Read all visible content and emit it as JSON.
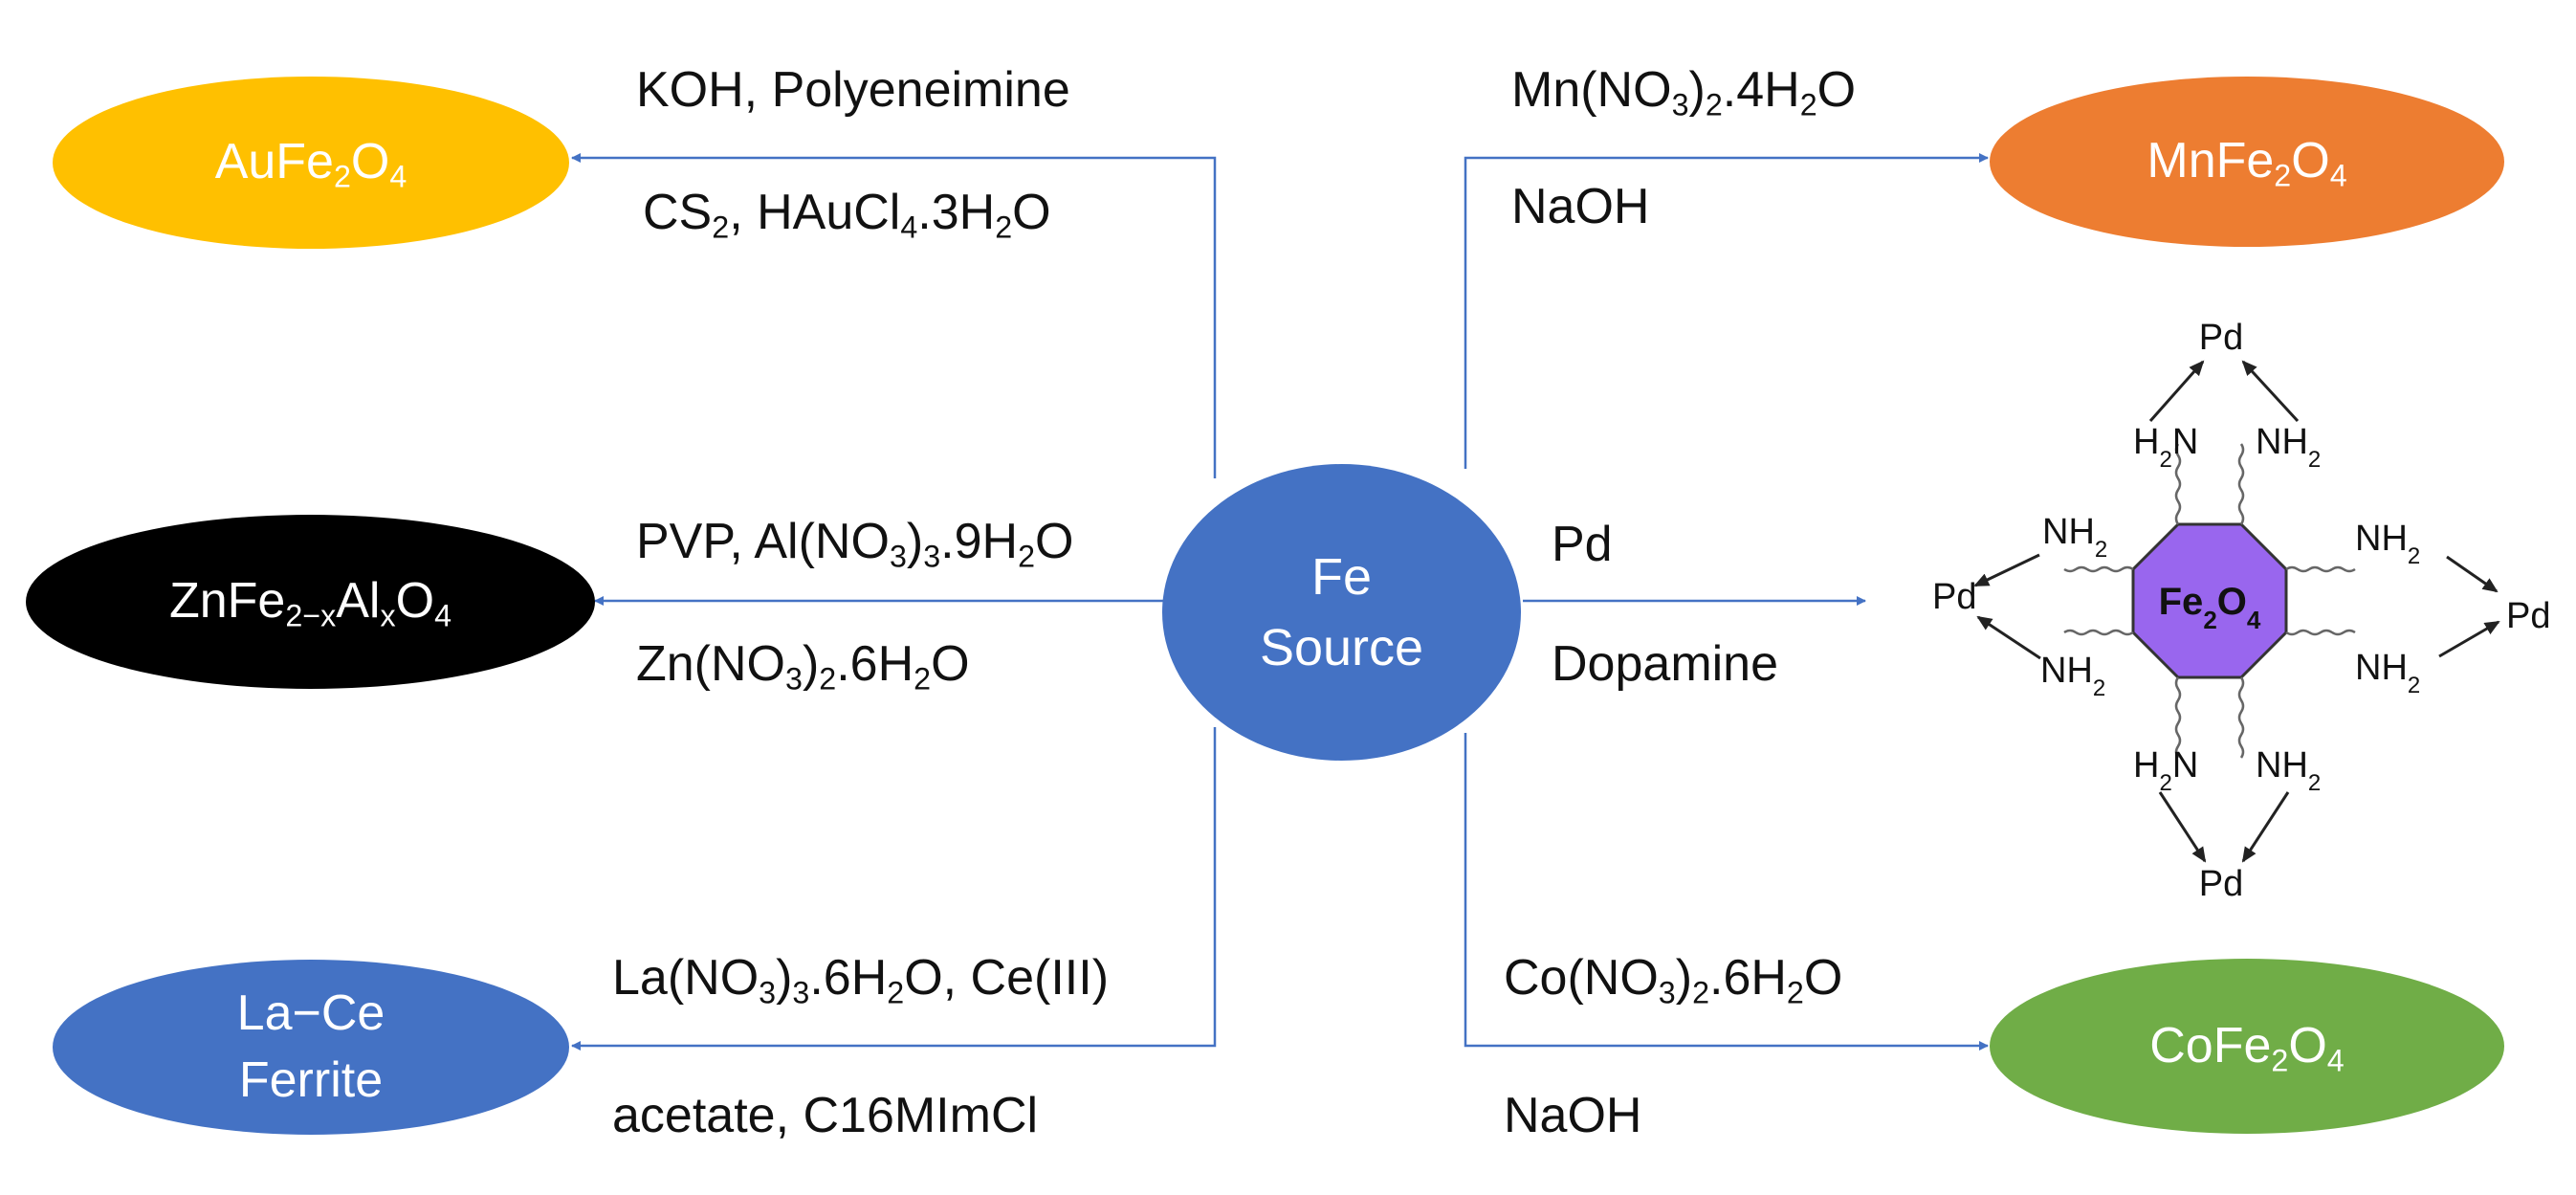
{
  "colors": {
    "line": "#4472c4",
    "gold": "#ffc000",
    "orange": "#ed7d31",
    "black": "#000000",
    "blue": "#4472c4",
    "green": "#70ad47",
    "purple": "#9966ee",
    "text": "#111111"
  },
  "center": {
    "line1": "Fe",
    "line2": "Source"
  },
  "nodes": {
    "aufe2o4": "AuFe<sub>2</sub>O<sub>4</sub>",
    "znfe": "ZnFe<sub>2−x</sub>Al<sub>x</sub>O<sub>4</sub>",
    "lace_line1": "La−Ce",
    "lace_line2": "Ferrite",
    "mnfe2o4": "MnFe<sub>2</sub>O<sub>4</sub>",
    "cofe2o4": "CoFe<sub>2</sub>O<sub>4</sub>"
  },
  "reagents": {
    "au_top": "KOH, Polyeneimine",
    "au_bottom": "CS<sub>2</sub>, HAuCl<sub>4</sub>.3H<sub>2</sub>O",
    "zn_top": "PVP, Al(NO<sub>3</sub>)<sub>3</sub>.9H<sub>2</sub>O",
    "zn_bottom": "Zn(NO<sub>3</sub>)<sub>2</sub>.6H<sub>2</sub>O",
    "la_top": "La(NO<sub>3</sub>)<sub>3</sub>.6H<sub>2</sub>O, Ce(III)",
    "la_bottom": "acetate, C16MImCl",
    "mn_top": "Mn(NO<sub>3</sub>)<sub>2</sub>.4H<sub>2</sub>O",
    "mn_bottom": "NaOH",
    "pd_top": "Pd",
    "pd_bottom": "Dopamine",
    "co_top": "Co(NO<sub>3</sub>)<sub>2</sub>.6H<sub>2</sub>O",
    "co_bottom": "NaOH"
  },
  "structure": {
    "core": "Fe<tspan baseline-shift=\"sub\" font-size=\"26\">2</tspan>O<tspan baseline-shift=\"sub\" font-size=\"26\">4</tspan>",
    "pd": "Pd",
    "nh2_right": "NH<tspan baseline-shift=\"sub\" font-size=\"24\">2</tspan>",
    "nh2_left": "H<tspan baseline-shift=\"sub\" font-size=\"24\">2</tspan>N"
  }
}
